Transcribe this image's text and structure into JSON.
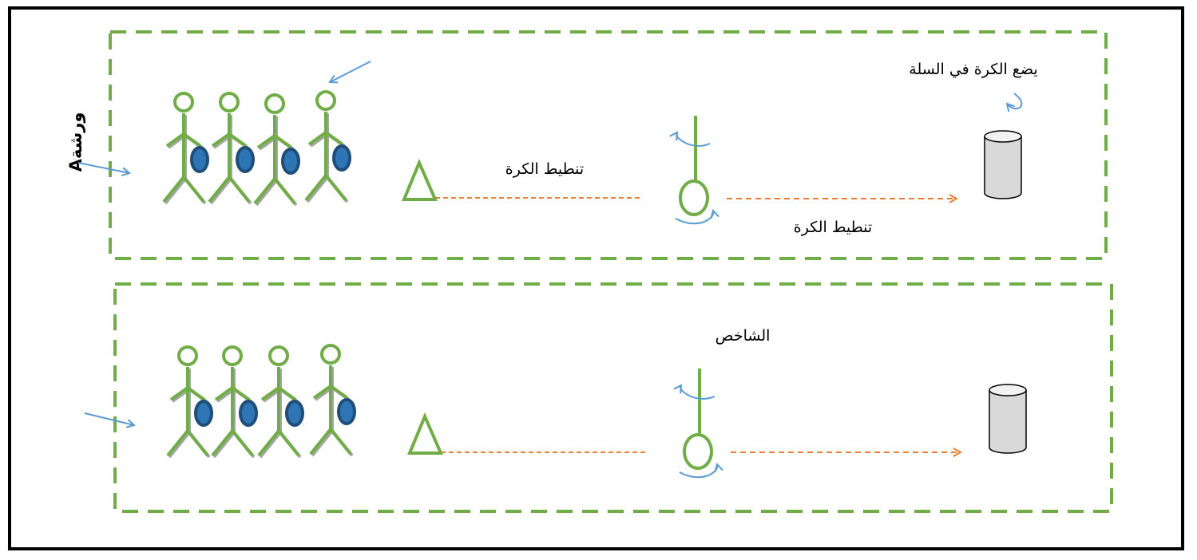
{
  "colors": {
    "zone_border": "#70AD47",
    "player": "#70AD47",
    "player_shadow": "#A5A5A5",
    "ball_fill": "#2E75B6",
    "ball_stroke": "#1F4E79",
    "arrow": "#5B9BD5",
    "dribble_path": "#ED7D31",
    "basket_fill": "#D9D9D9",
    "basket_stroke": "#000000"
  },
  "zones": [
    {
      "workshop_label": "ورشةA",
      "label_place_ball": "يضع الكرة في السلة",
      "label_dribble_1": "تنطيط الكرة",
      "label_dribble_2": "تنطيط الكرة",
      "players": 4,
      "marker": "cone-triangle",
      "obstacle": "pole",
      "target": "basket-icon"
    },
    {
      "label_pole": "الشاخص",
      "players": 4,
      "marker": "cone-triangle",
      "obstacle": "pole",
      "target": "basket-icon"
    }
  ]
}
